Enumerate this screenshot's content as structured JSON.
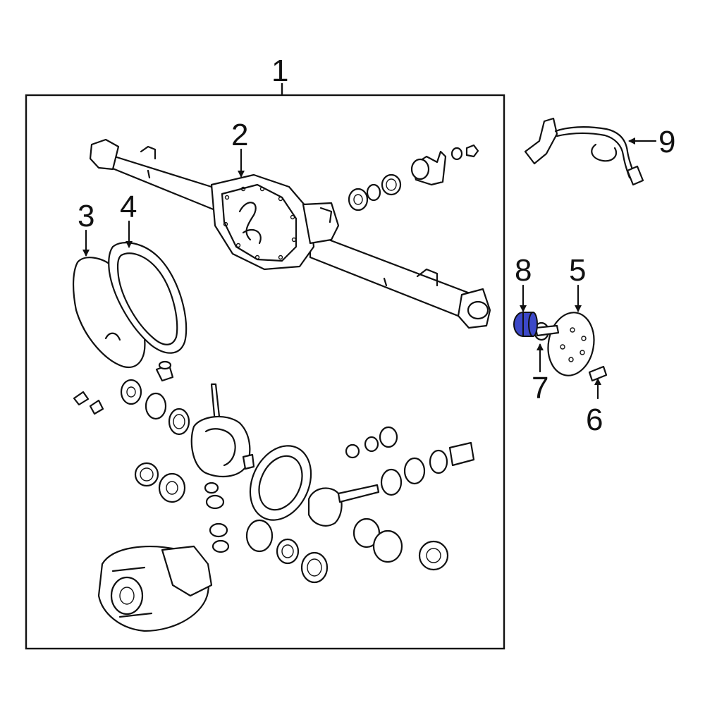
{
  "diagram": {
    "callouts": {
      "c1": "1",
      "c2": "2",
      "c3": "3",
      "c4": "4",
      "c5": "5",
      "c6": "6",
      "c7": "7",
      "c8": "8",
      "c9": "9"
    },
    "highlighted_part": "8",
    "colors": {
      "line": "#111111",
      "background": "#ffffff",
      "highlight": "#3c48c8"
    }
  }
}
